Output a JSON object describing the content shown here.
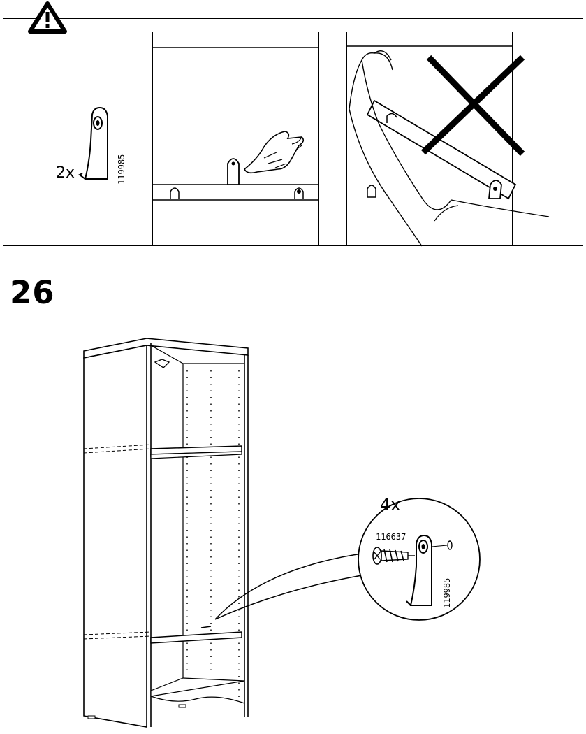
{
  "warning": {
    "icon": "warning-triangle-icon",
    "bracket_label": "2x",
    "bracket_part_number": "119985"
  },
  "step": {
    "number": "26",
    "callout_quantity": "4x",
    "screw_part_number": "116637",
    "bracket_part_number": "119985"
  }
}
